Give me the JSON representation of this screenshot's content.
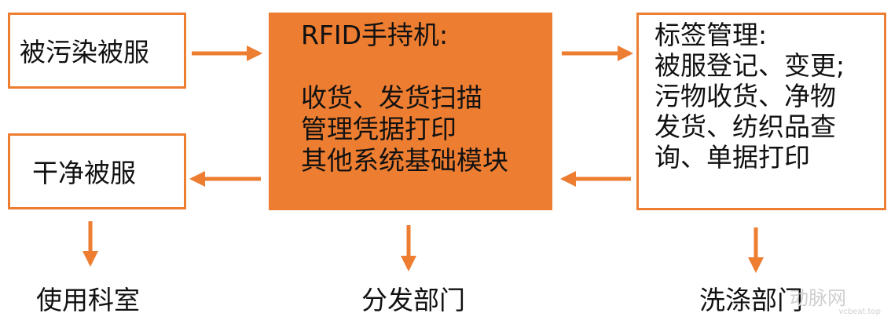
{
  "boxes": {
    "contaminated": "被污染被服",
    "clean": "干净被服",
    "rfid": {
      "title": "RFID手持机:",
      "lines": [
        "收货、发货扫描",
        "管理凭据打印",
        "其他系统基础模块"
      ]
    },
    "tag": {
      "title": "标签管理:",
      "lines": [
        "被服登记、变更;",
        "污物收货、净物",
        "发货、纺织品查",
        "询、单据打印"
      ]
    }
  },
  "departments": {
    "use": "使用科室",
    "distribution": "分发部门",
    "washing": "洗涤部门"
  },
  "watermark": {
    "text": "动脉网",
    "sub": "vcbeat.top"
  },
  "colors": {
    "accent": "#ED7D31"
  }
}
